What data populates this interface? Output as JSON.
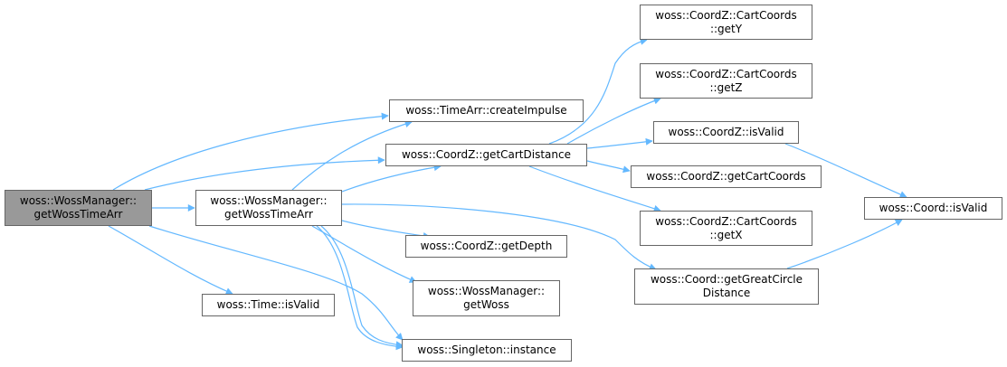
{
  "diagram": {
    "type": "doxygen-call-graph",
    "edge_color": "#63b8ff",
    "root_fill": "#999999",
    "node_border": "#666666",
    "nodes": [
      {
        "id": "root",
        "lines": [
          "woss::WossManager::",
          "getWossTimeArr"
        ],
        "root": true
      },
      {
        "id": "wm_getWossTimeArr",
        "lines": [
          "woss::WossManager::",
          "getWossTimeArr"
        ]
      },
      {
        "id": "time_isValid",
        "lines": [
          "woss::Time::isValid"
        ]
      },
      {
        "id": "timearr_createImpulse",
        "lines": [
          "woss::TimeArr::createImpulse"
        ]
      },
      {
        "id": "coordz_getCartDistance",
        "lines": [
          "woss::CoordZ::getCartDistance"
        ]
      },
      {
        "id": "coordz_getDepth",
        "lines": [
          "woss::CoordZ::getDepth"
        ]
      },
      {
        "id": "wm_getWoss",
        "lines": [
          "woss::WossManager::",
          "getWoss"
        ]
      },
      {
        "id": "singleton_instance",
        "lines": [
          "woss::Singleton::instance"
        ]
      },
      {
        "id": "cart_getY",
        "lines": [
          "woss::CoordZ::CartCoords",
          "::getY"
        ]
      },
      {
        "id": "cart_getZ",
        "lines": [
          "woss::CoordZ::CartCoords",
          "::getZ"
        ]
      },
      {
        "id": "coordz_isValid",
        "lines": [
          "woss::CoordZ::isValid"
        ]
      },
      {
        "id": "coordz_getCartCoords",
        "lines": [
          "woss::CoordZ::getCartCoords"
        ]
      },
      {
        "id": "cart_getX",
        "lines": [
          "woss::CoordZ::CartCoords",
          "::getX"
        ]
      },
      {
        "id": "coord_getGreatCircleDistance",
        "lines": [
          "woss::Coord::getGreatCircle",
          "Distance"
        ]
      },
      {
        "id": "coord_isValid",
        "lines": [
          "woss::Coord::isValid"
        ]
      }
    ],
    "edges": [
      {
        "from": "root",
        "to": "wm_getWossTimeArr"
      },
      {
        "from": "root",
        "to": "timearr_createImpulse"
      },
      {
        "from": "root",
        "to": "coordz_getCartDistance"
      },
      {
        "from": "root",
        "to": "time_isValid"
      },
      {
        "from": "root",
        "to": "singleton_instance"
      },
      {
        "from": "wm_getWossTimeArr",
        "to": "timearr_createImpulse"
      },
      {
        "from": "wm_getWossTimeArr",
        "to": "coordz_getCartDistance"
      },
      {
        "from": "wm_getWossTimeArr",
        "to": "coordz_getDepth"
      },
      {
        "from": "wm_getWossTimeArr",
        "to": "wm_getWoss"
      },
      {
        "from": "wm_getWossTimeArr",
        "to": "singleton_instance"
      },
      {
        "from": "wm_getWossTimeArr",
        "to": "coord_getGreatCircleDistance"
      },
      {
        "from": "coordz_getCartDistance",
        "to": "cart_getY"
      },
      {
        "from": "coordz_getCartDistance",
        "to": "cart_getZ"
      },
      {
        "from": "coordz_getCartDistance",
        "to": "coordz_isValid"
      },
      {
        "from": "coordz_getCartDistance",
        "to": "coordz_getCartCoords"
      },
      {
        "from": "coordz_getCartDistance",
        "to": "cart_getX"
      },
      {
        "from": "coordz_isValid",
        "to": "coord_isValid"
      },
      {
        "from": "coord_getGreatCircleDistance",
        "to": "coord_isValid"
      }
    ]
  }
}
